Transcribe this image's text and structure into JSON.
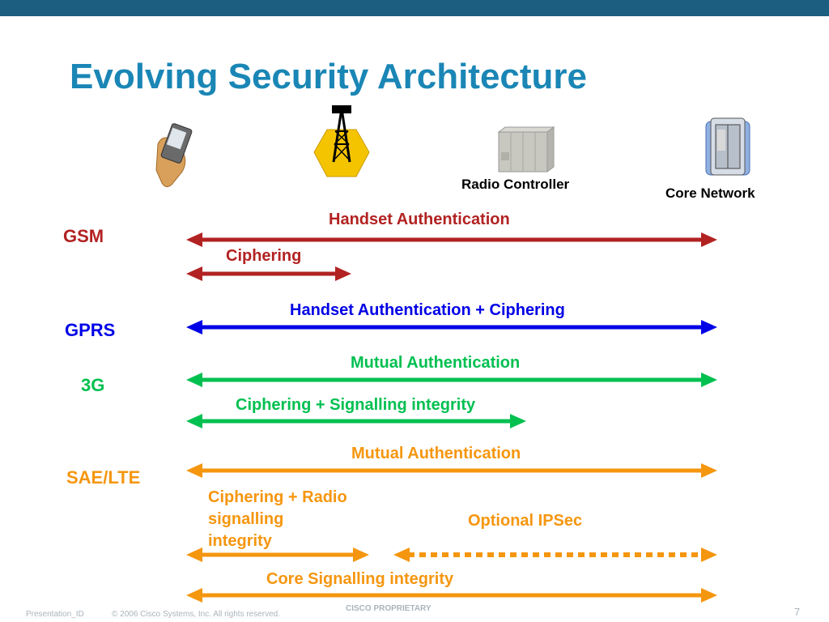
{
  "title": "Evolving Security Architecture",
  "nodes": {
    "handset": {
      "icon": "handset-icon"
    },
    "base_station": {
      "icon": "cell-tower-icon"
    },
    "radio_controller": {
      "label": "Radio Controller",
      "icon": "radio-controller-icon"
    },
    "core_network": {
      "label": "Core Network",
      "icon": "core-network-icon"
    }
  },
  "technologies": [
    {
      "name": "GSM",
      "color": "#b22222"
    },
    {
      "name": "GPRS",
      "color": "#0000e6"
    },
    {
      "name": "3G",
      "color": "#00c050"
    },
    {
      "name": "SAE/LTE",
      "color": "#f5960f"
    }
  ],
  "links": {
    "gsm_auth": "Handset Authentication",
    "gsm_ciphering": "Ciphering",
    "gprs_auth_ciphering": "Handset Authentication + Ciphering",
    "g3_mutual_auth": "Mutual Authentication",
    "g3_ciphering_integrity": "Ciphering + Signalling integrity",
    "lte_mutual_auth": "Mutual Authentication",
    "lte_ciphering_radio": "Ciphering + Radio\nsignalling\nintegrity",
    "lte_optional_ipsec": "Optional IPSec",
    "lte_core_signalling": "Core Signalling integrity"
  },
  "footer": {
    "presentation_id": "Presentation_ID",
    "copyright": "© 2006 Cisco Systems, Inc. All rights reserved.",
    "classification": "CISCO PROPRIETARY",
    "page_number": "7"
  }
}
